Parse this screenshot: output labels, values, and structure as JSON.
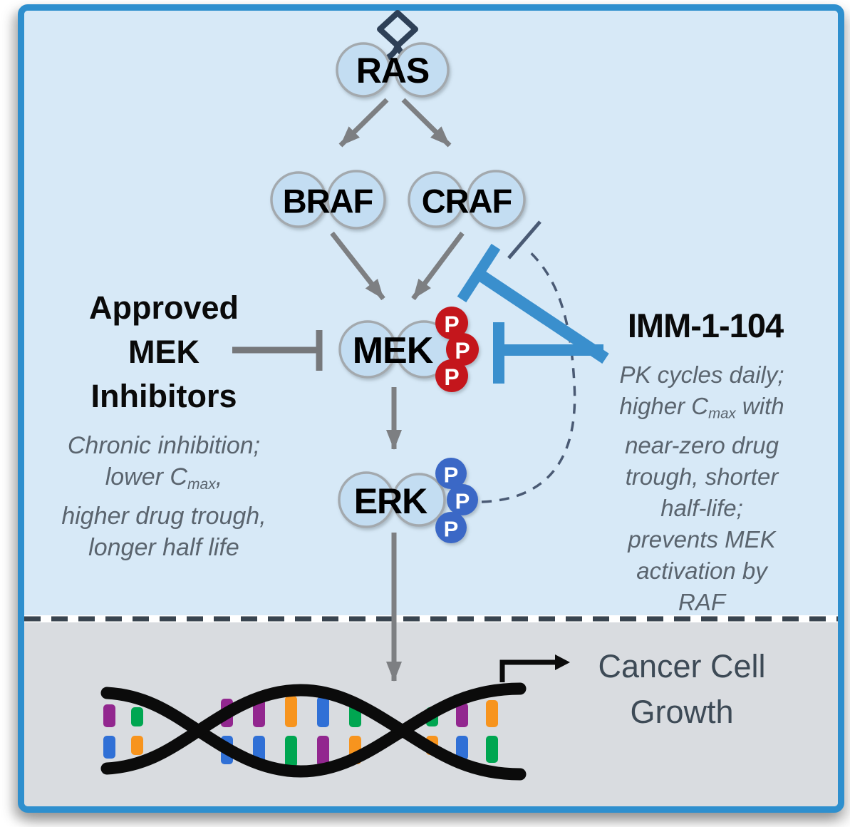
{
  "diagram": {
    "nodes": {
      "ras": "RAS",
      "braf": "BRAF",
      "craf": "CRAF",
      "mek": "MEK",
      "erk": "ERK"
    },
    "phospho_label": "P",
    "left_annotation": {
      "title_line1": "Approved",
      "title_line2": "MEK",
      "title_line3": "Inhibitors",
      "note_line1": "Chronic inhibition;",
      "note_line2_pre": "lower C",
      "note_line2_sub": "max",
      "note_line2_post": ",",
      "note_line3": "higher drug trough,",
      "note_line4": "longer half life"
    },
    "right_annotation": {
      "title": "IMM-1-104",
      "note_line1": "PK cycles daily;",
      "note_line2_pre": "higher C",
      "note_line2_sub": "max",
      "note_line2_post": " with",
      "note_line3": "near-zero drug",
      "note_line4": "trough, shorter",
      "note_line5": "half-life;",
      "note_line6": "prevents MEK",
      "note_line7": "activation by",
      "note_line8": "RAF"
    },
    "outcome_line1": "Cancer Cell",
    "outcome_line2": "Growth"
  },
  "colors": {
    "panel_border": "#2e8fce",
    "background_top": "#d7e9f7",
    "background_bottom": "#d9dce0",
    "node_fill": "#c3ddf2",
    "node_stroke": "#a3a9ae",
    "arrow_gray": "#7d7f82",
    "inhibitor_blue": "#3a8fcd",
    "phospho_red": "#c4161c",
    "phospho_blue": "#3a68c6",
    "feedback_dash": "#4a5a74",
    "receptor_icon": "#2e4057",
    "dna_strand": "#0b0b0b"
  },
  "dna": {
    "palette": {
      "purple": "#92278f",
      "green": "#00a651",
      "blue": "#3070d6",
      "orange": "#f7941e"
    },
    "pairs": [
      [
        "purple",
        "blue"
      ],
      [
        "green",
        "orange"
      ],
      [
        "purple",
        "blue"
      ],
      [
        "purple",
        "blue"
      ],
      [
        "orange",
        "green"
      ],
      [
        "blue",
        "purple"
      ],
      [
        "green",
        "orange"
      ],
      [
        "green",
        "orange"
      ],
      [
        "purple",
        "blue"
      ],
      [
        "orange",
        "green"
      ]
    ]
  }
}
